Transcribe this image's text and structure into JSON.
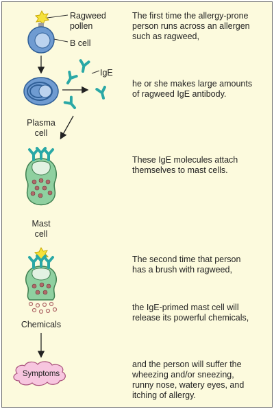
{
  "labels": {
    "ragweed_pollen_1": "Ragweed",
    "ragweed_pollen_2": "pollen",
    "b_cell": "B cell",
    "ige": "IgE",
    "plasma_cell_1": "Plasma",
    "plasma_cell_2": "cell",
    "mast_cell_1": "Mast",
    "mast_cell_2": "cell",
    "chemicals": "Chemicals",
    "symptoms": "Symptoms"
  },
  "steps": [
    {
      "line1": "The first time the allergy-prone",
      "line2": "person runs across an allergen",
      "line3": "such as ragweed,"
    },
    {
      "line1": "he or she makes large amounts",
      "line2": "of ragweed IgE antibody."
    },
    {
      "line1": "These IgE molecules attach",
      "line2": "themselves to mast cells."
    },
    {
      "line1": "The second time that person",
      "line2": "has a brush with ragweed,"
    },
    {
      "line1": "the IgE-primed mast cell will",
      "line2": "release its powerful chemicals,"
    },
    {
      "line1": "and the person will suffer the",
      "line2": "wheezing and/or sneezing,",
      "line3": "runny nose, watery eyes, and",
      "line4": "itching of allergy."
    }
  ],
  "colors": {
    "background": "#fcfadd",
    "border": "#6d6d6d",
    "cell_blue": "#6f9bd1",
    "antibody_teal": "#2aa8a6",
    "mast_green": "#8fd0a0",
    "pollen_yellow": "#f5e13b",
    "symptoms_pink": "#f7c6df"
  }
}
